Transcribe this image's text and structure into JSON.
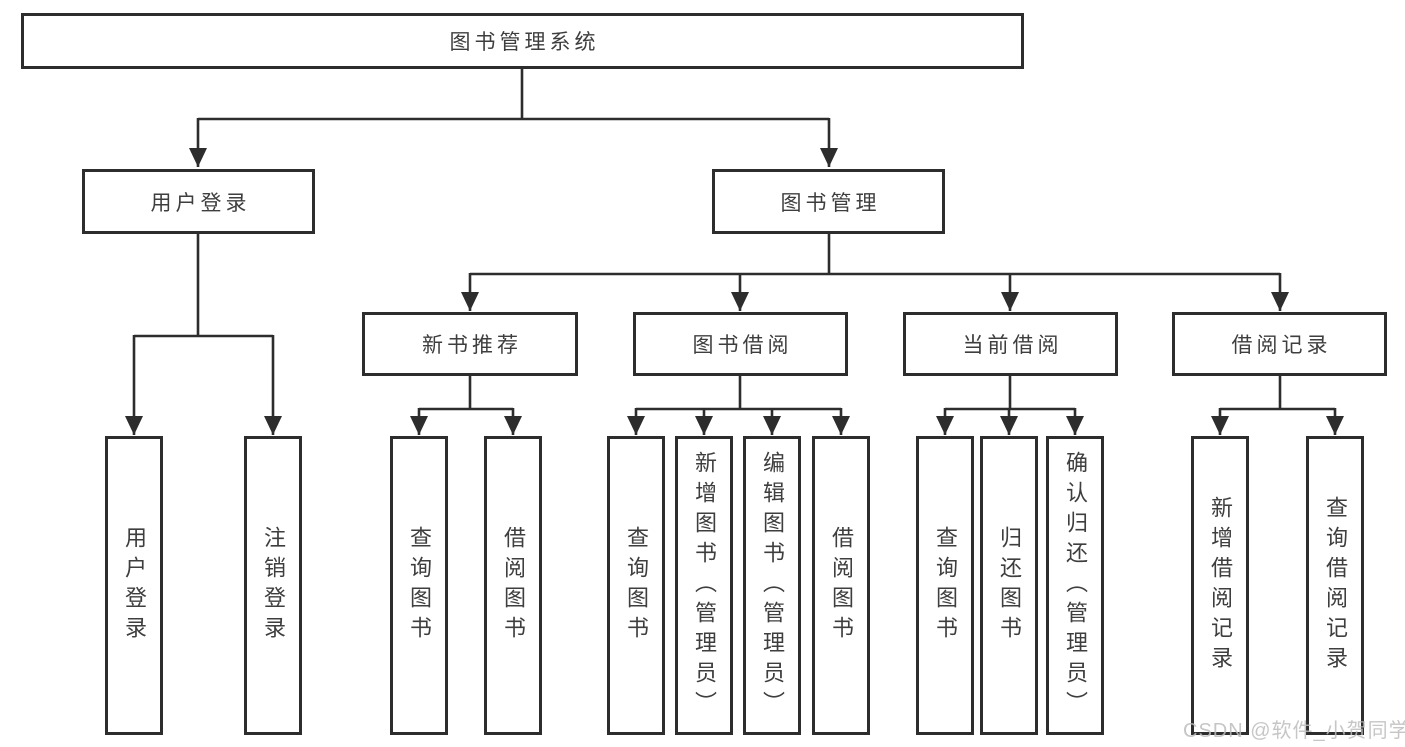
{
  "colors": {
    "line": "#2d2d2d",
    "text": "#3e3e3e",
    "background": "#ffffff",
    "watermark": "#bdbdbd"
  },
  "watermark": {
    "text": "CSDN @软件_小贺同学"
  },
  "tree": {
    "root": "图书管理系统",
    "children": [
      {
        "label": "用户登录",
        "children": [
          "用户登录",
          "注销登录"
        ]
      },
      {
        "label": "图书管理",
        "children": [
          {
            "label": "新书推荐",
            "children": [
              "查询图书",
              "借阅图书"
            ]
          },
          {
            "label": "图书借阅",
            "children": [
              "查询图书",
              "新增图书（管理员）",
              "编辑图书（管理员）",
              "借阅图书"
            ]
          },
          {
            "label": "当前借阅",
            "children": [
              "查询图书",
              "归还图书",
              "确认归还（管理员）"
            ]
          },
          {
            "label": "借阅记录",
            "children": [
              "新增借阅记录",
              "查询借阅记录"
            ]
          }
        ]
      }
    ]
  }
}
